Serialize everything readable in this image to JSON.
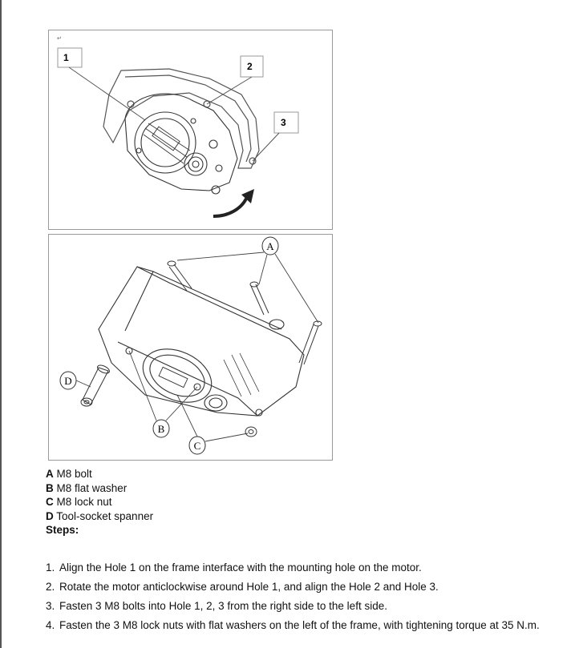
{
  "figure1": {
    "callouts": [
      {
        "label": "1"
      },
      {
        "label": "2"
      },
      {
        "label": "3"
      }
    ]
  },
  "figure2": {
    "callouts": [
      {
        "label": "A"
      },
      {
        "label": "B"
      },
      {
        "label": "C"
      },
      {
        "label": "D"
      }
    ]
  },
  "legend": [
    {
      "key": "A",
      "text": "M8 bolt"
    },
    {
      "key": "B",
      "text": "M8 flat washer"
    },
    {
      "key": "C",
      "text": "M8 lock nut"
    },
    {
      "key": "D",
      "text": "Tool-socket spanner"
    }
  ],
  "steps_title": "Steps:",
  "steps": [
    {
      "num": "1.",
      "text": "Align the Hole 1 on the frame interface with the mounting hole on the motor."
    },
    {
      "num": "2.",
      "text": "Rotate the motor anticlockwise around Hole 1, and align the Hole 2 and Hole 3."
    },
    {
      "num": "3.",
      "text": "Fasten 3 M8 bolts into Hole 1, 2, 3 from the right side to the left side."
    },
    {
      "num": "4.",
      "text": "Fasten the 3 M8 lock nuts with flat washers on the left of the frame, with tightening torque at 35 N.m."
    }
  ]
}
